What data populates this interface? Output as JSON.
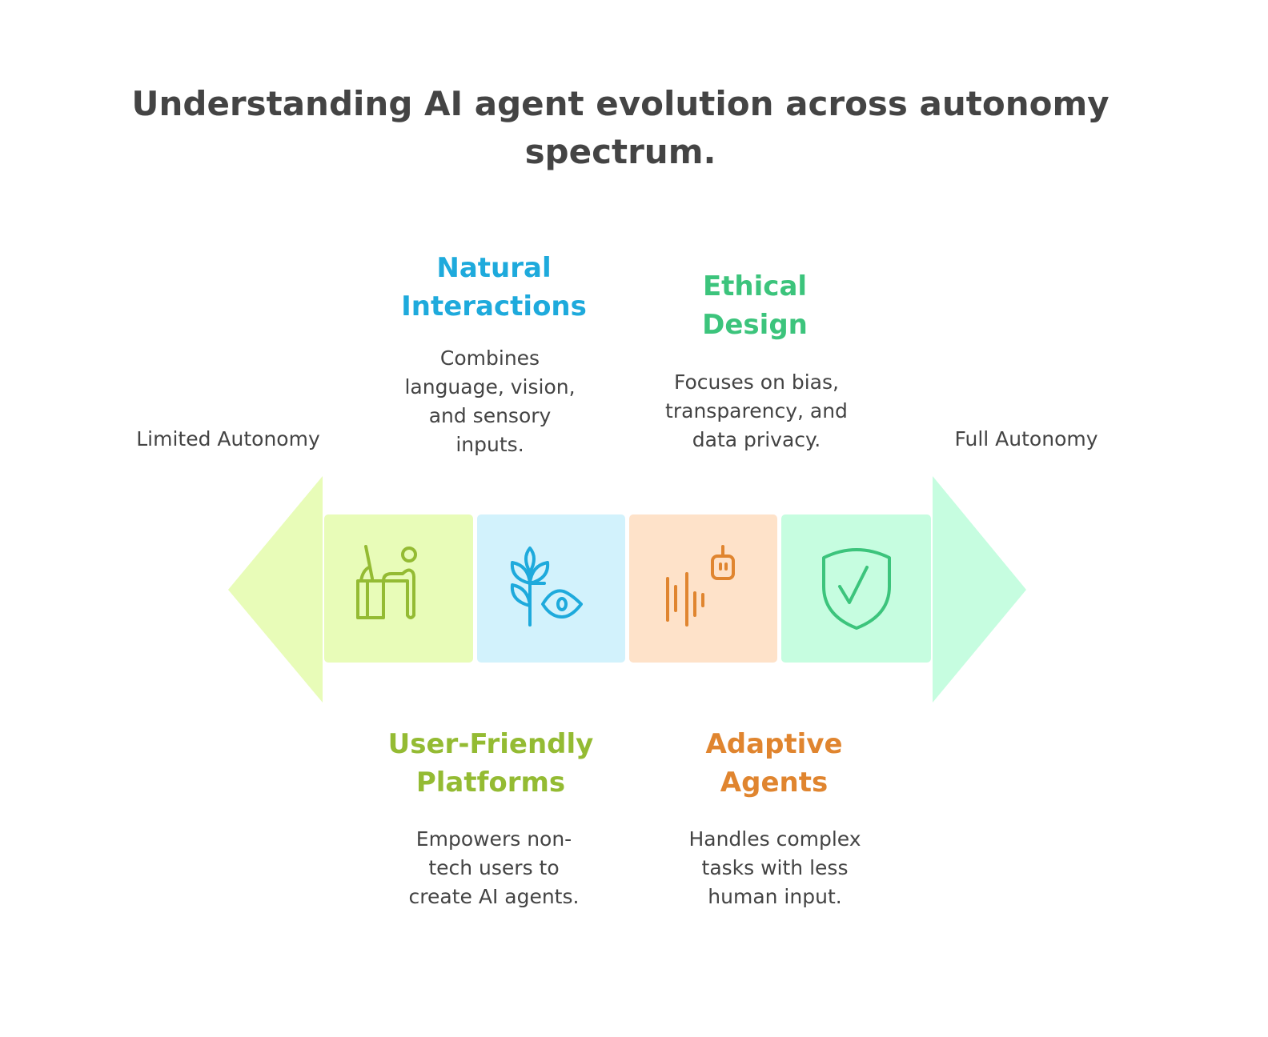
{
  "title": "Understanding AI agent evolution across autonomy\nspectrum.",
  "ends": {
    "left": "Limited Autonomy",
    "right": "Full Autonomy"
  },
  "stages": [
    {
      "heading": "User-Friendly\nPlatforms",
      "desc": "Empowers non-\ntech users to\ncreate AI agents.",
      "icon": "person-at-desk-icon",
      "color": "#94bb33",
      "bg": "#e8fcb8"
    },
    {
      "heading": "Natural\nInteractions",
      "desc": "Combines\nlanguage, vision,\nand sensory\ninputs.",
      "icon": "plant-eye-icon",
      "color": "#1eaadc",
      "bg": "#d2f2fc"
    },
    {
      "heading": "Adaptive\nAgents",
      "desc": "Handles complex\ntasks with less\nhuman input.",
      "icon": "robot-voice-icon",
      "color": "#e0852f",
      "bg": "#fee2c9"
    },
    {
      "heading": "Ethical\nDesign",
      "desc": "Focuses on bias,\ntransparency, and\ndata privacy.",
      "icon": "shield-check-icon",
      "color": "#3cc47c",
      "bg": "#c6fde0"
    }
  ]
}
